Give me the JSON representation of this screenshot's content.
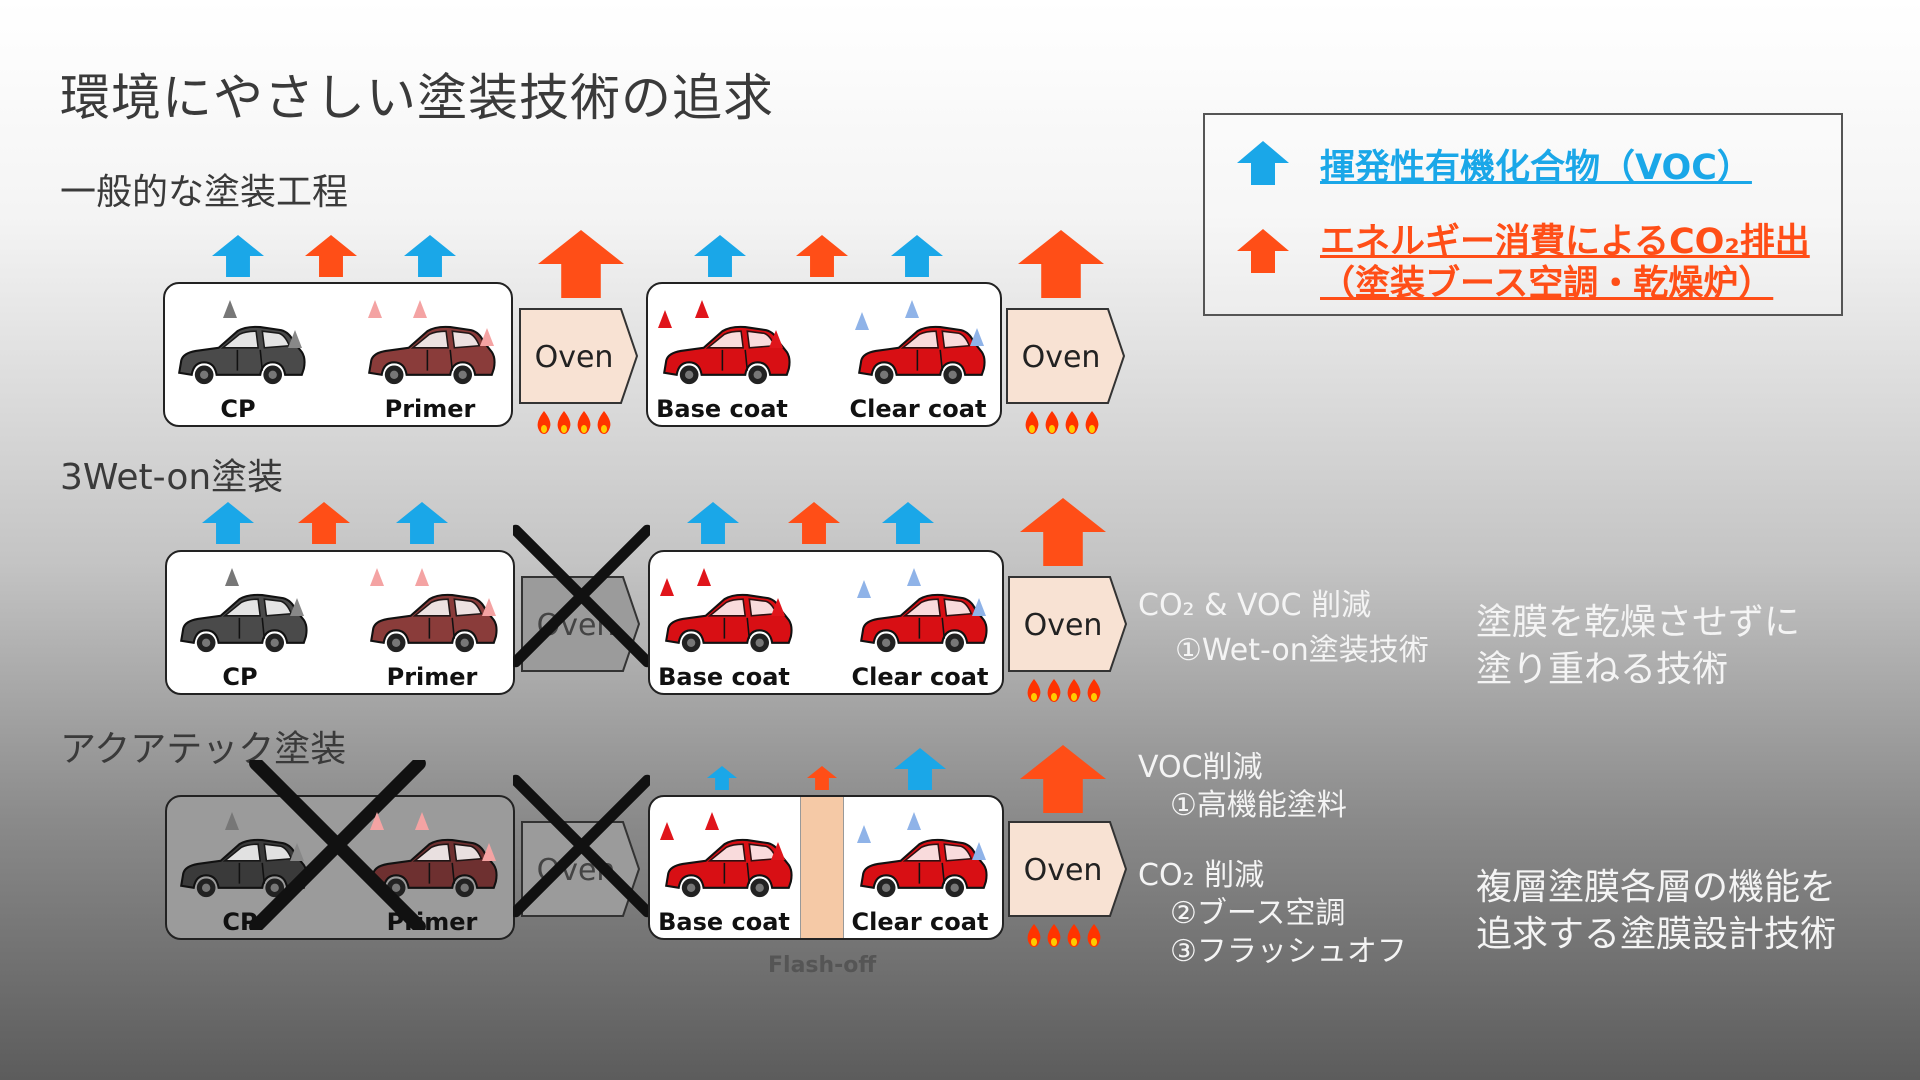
{
  "title": "環境にやさしい塗装技術の追求",
  "sections": [
    {
      "label": "一般的な塗装工程"
    },
    {
      "label": "3Wet-on塗装"
    },
    {
      "label": "アクアテック塗装"
    }
  ],
  "legend": {
    "voc": "揮発性有機化合物（VOC）",
    "co2_line1": "エネルギー消費によるCO₂排出",
    "co2_line2": "（塗装ブース空調・乾燥炉）",
    "voc_color": "#1aa7e8",
    "co2_color": "#ff4e17"
  },
  "labels": {
    "cp": "CP",
    "primer": "Primer",
    "base": "Base coat",
    "clear": "Clear coat",
    "oven": "Oven",
    "flash": "Flash-off"
  },
  "notes": {
    "row2_a": "CO₂ & VOC 削減",
    "row2_b": "①Wet-on塗装技術",
    "row2_c": "塗膜を乾燥させずに",
    "row2_d": "塗り重ねる技術",
    "row3_a": "VOC削減",
    "row3_b": "①高機能塗料",
    "row3_c": "CO₂ 削減",
    "row3_d": "②ブース空調",
    "row3_e": "③フラッシュオフ",
    "row3_f": "複層塗膜各層の機能を",
    "row3_g": "追求する塗膜設計技術"
  },
  "colors": {
    "blue": "#1aa7e8",
    "orange": "#ff4e17",
    "oven": "#f8e2d3",
    "flame": "#ff3300"
  }
}
